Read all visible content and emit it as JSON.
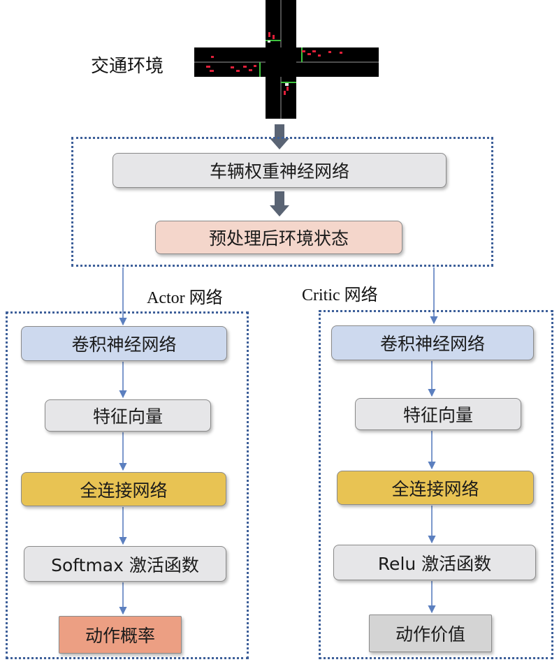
{
  "environment": {
    "label": "交通环境"
  },
  "preprocess": {
    "vehicle_weight_net": "车辆权重神经网络",
    "processed_state": "预处理后环境状态"
  },
  "actor": {
    "title": "Actor 网络",
    "cnn": "卷积神经网络",
    "feature": "特征向量",
    "fc": "全连接网络",
    "activation": "Softmax 激活函数",
    "output": "动作概率"
  },
  "critic": {
    "title": "Critic 网络",
    "cnn": "卷积神经网络",
    "feature": "特征向量",
    "fc": "全连接网络",
    "activation": "Relu 激活函数",
    "output": "动作价值"
  },
  "colors": {
    "dashed_border": "#3d5f99",
    "arrow": "#5b7fbf",
    "big_arrow": "#5a6474",
    "gray_box": "#e6e6e8",
    "pink_box": "#f4d6cb",
    "blue_box": "#cdd9ee",
    "gold_box": "#e8c353",
    "salmon_box": "#ec9f83",
    "silver_box": "#d4d4d4"
  }
}
